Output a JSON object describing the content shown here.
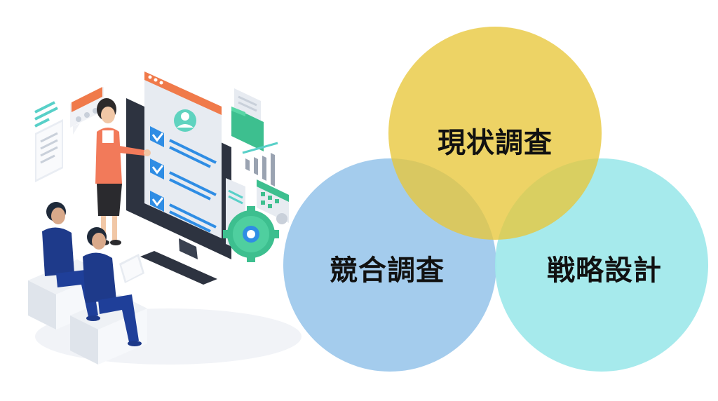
{
  "venn": {
    "top": {
      "label": "現状調査",
      "color": "#E8C63A"
    },
    "left": {
      "label": "競合調査",
      "color": "#9CC8EC"
    },
    "right": {
      "label": "戦略設計",
      "color": "#9EE8EA"
    }
  },
  "illustration": {
    "icons": [
      "presenter-icon",
      "monitor-icon",
      "checklist-icon",
      "chat-bubble-icon",
      "folder-icon",
      "bar-chart-icon",
      "gear-icon",
      "calendar-icon",
      "document-icon",
      "audience-icon"
    ]
  }
}
